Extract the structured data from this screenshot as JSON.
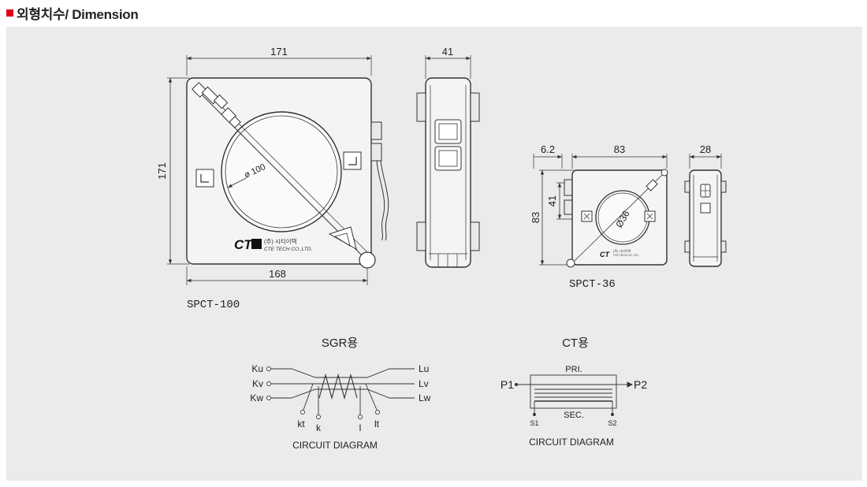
{
  "header": {
    "title": "외형치수/ Dimension"
  },
  "spct100": {
    "model": "SPCT-100",
    "dim_top": "171",
    "dim_left": "171",
    "dim_bottom": "168",
    "diameter": "ø 100",
    "side_width": "41",
    "logo": "CT",
    "brand_kr": "(주) 시티이텍",
    "brand_en": "CTE TECH CO.,LTD."
  },
  "spct36": {
    "model": "SPCT-36",
    "dim_offset": "6.2",
    "dim_width": "83",
    "dim_height": "83",
    "dim_inner": "41",
    "diameter": "Ø36",
    "side_width": "28",
    "logo": "CT",
    "brand_kr": "(주) 시티이텍",
    "brand_en": "CTE TECH CO.,LTD."
  },
  "sgr": {
    "title": "SGR용",
    "left_labels": [
      "Ku",
      "Kv",
      "Kw"
    ],
    "right_labels": [
      "Lu",
      "Lv",
      "Lw"
    ],
    "bottom_labels": [
      "kt",
      "k",
      "l",
      "lt"
    ],
    "caption": "CIRCUIT DIAGRAM"
  },
  "ct": {
    "title": "CT용",
    "p1": "P1",
    "p2": "P2",
    "pri": "PRI.",
    "sec": "SEC.",
    "s1": "S1",
    "s2": "S2",
    "caption": "CIRCUIT DIAGRAM"
  }
}
